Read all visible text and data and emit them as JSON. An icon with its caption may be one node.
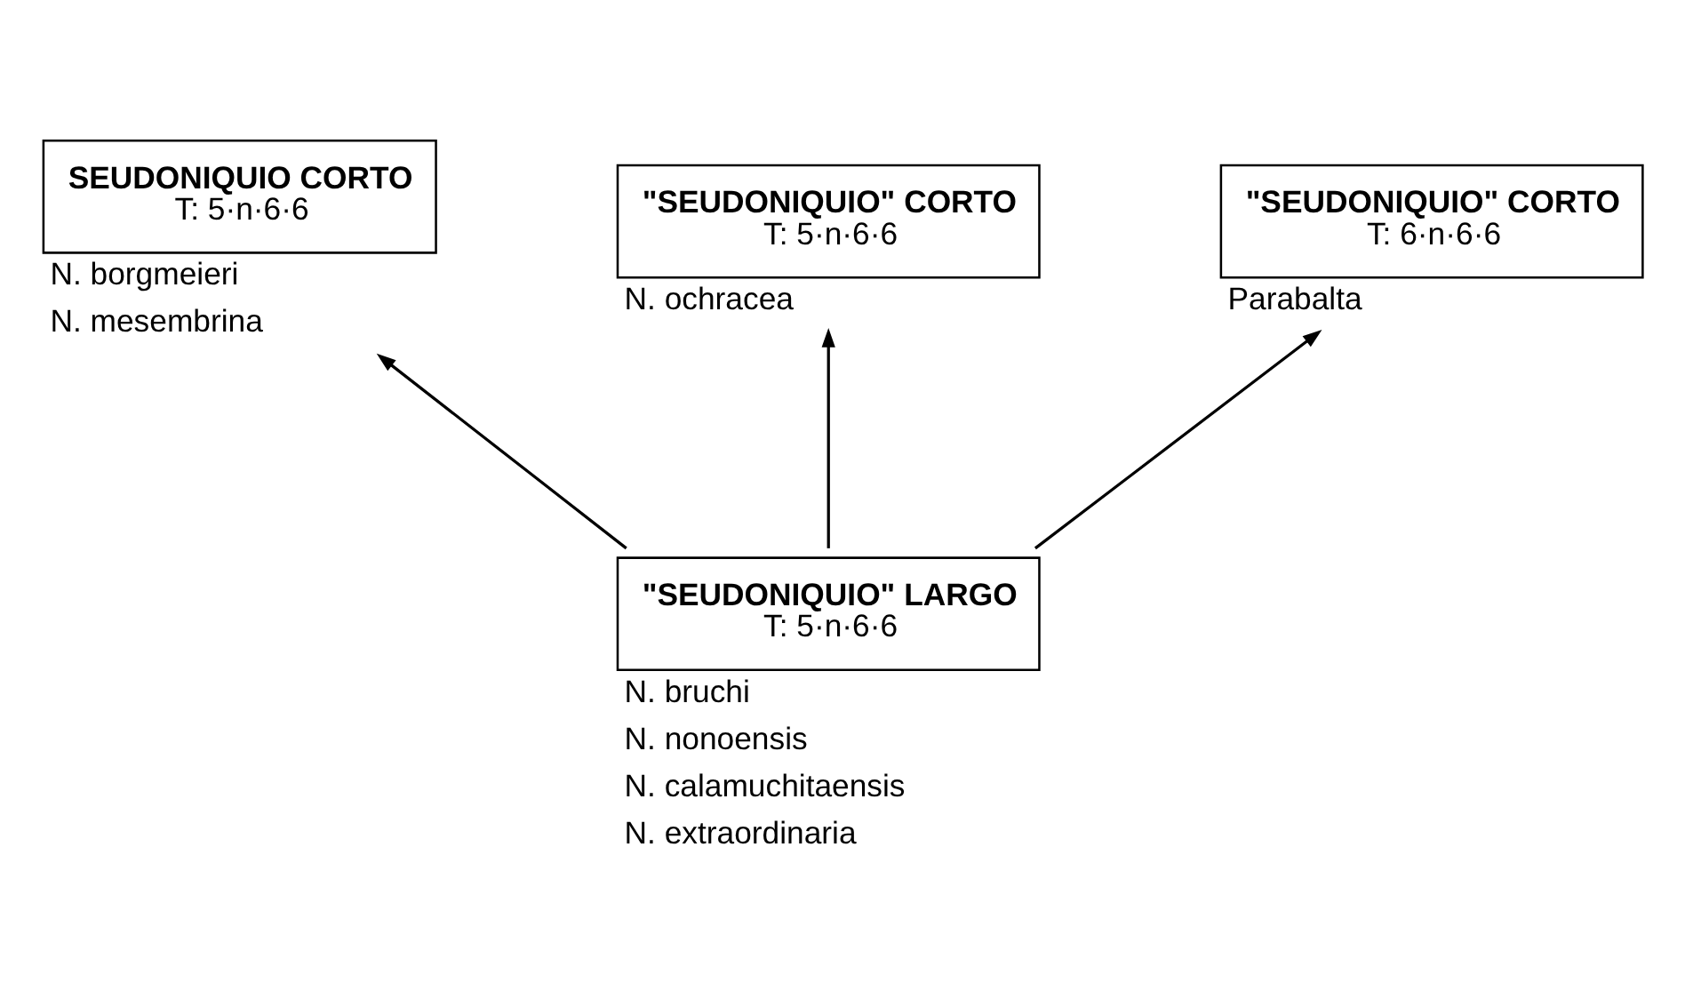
{
  "diagram": {
    "nodes": [
      {
        "text": [
          "SEUDONIQUIO CORTO",
          "T: 5·n·6·6"
        ],
        "beside": [
          "N. borgmeieri",
          "N. mesembrina"
        ]
      },
      {
        "text": [
          "\"SEUDONIQUIO\" CORTO",
          "T: 5·n·6·6"
        ],
        "beside": [
          "N. ochracea"
        ]
      },
      {
        "text": [
          "\"SEUDONIQUIO\" CORTO",
          "T: 6·n·6·6"
        ],
        "beside": [
          "Parabalta"
        ]
      },
      {
        "text": [
          "\"SEUDONIQUIO\" LARGO",
          "T: 5·n·6·6"
        ],
        "beside": [
          "N. bruchi",
          "N. nonoensis",
          "N. calamuchitaensis",
          "N. extraordinaria"
        ]
      }
    ],
    "edges": [
      {
        "from": 3,
        "to": 0,
        "arrow": "to"
      },
      {
        "from": 3,
        "to": 1,
        "arrow": "to"
      },
      {
        "from": 3,
        "to": 2,
        "arrow": "to"
      }
    ]
  }
}
